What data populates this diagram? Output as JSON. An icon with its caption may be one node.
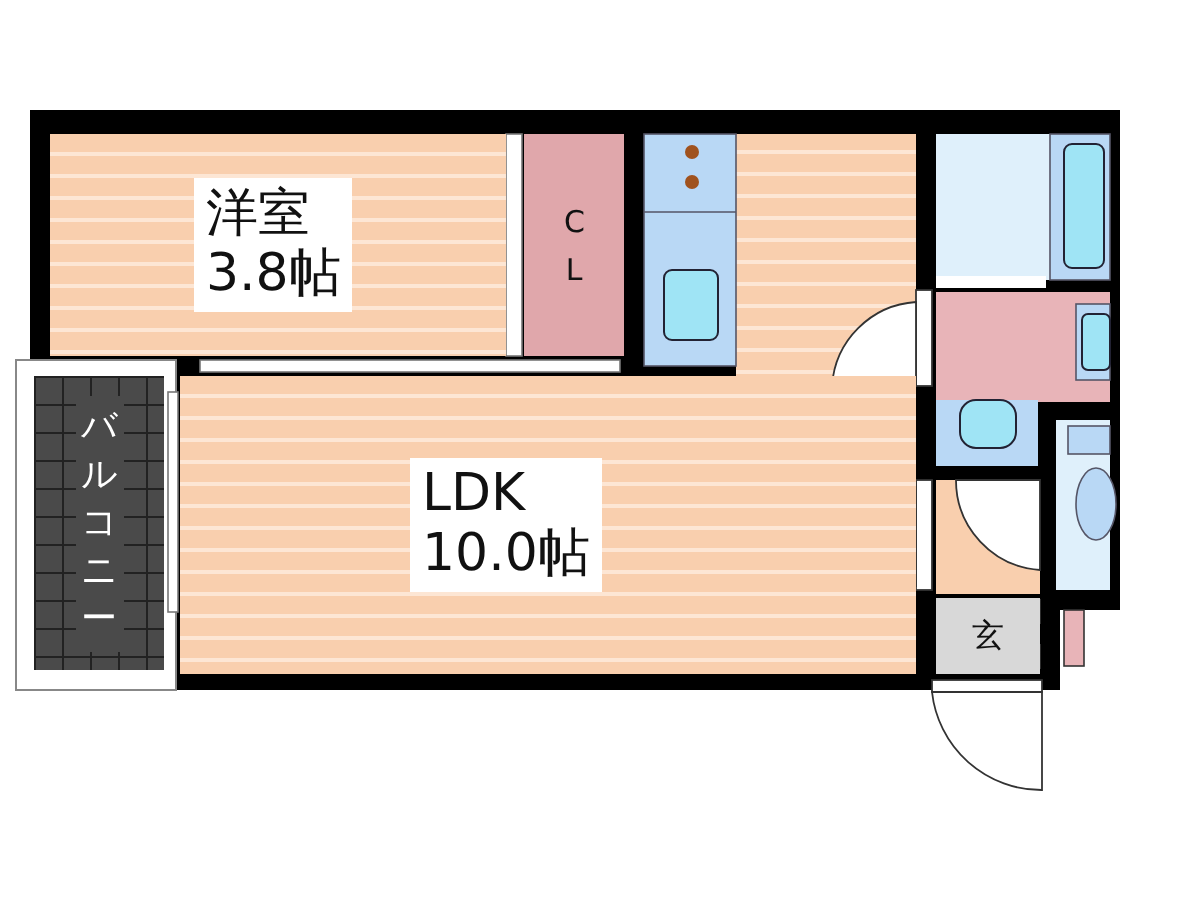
{
  "diagram": {
    "nodes": [
      {
        "text": [
          "洋室",
          "3.8帖"
        ]
      },
      {
        "text": [
          "C L"
        ]
      },
      {
        "text": [
          "LDK",
          "10.0帖"
        ]
      },
      {
        "text": [
          "バルコニー"
        ]
      },
      {
        "text": [
          "玄"
        ]
      }
    ]
  }
}
